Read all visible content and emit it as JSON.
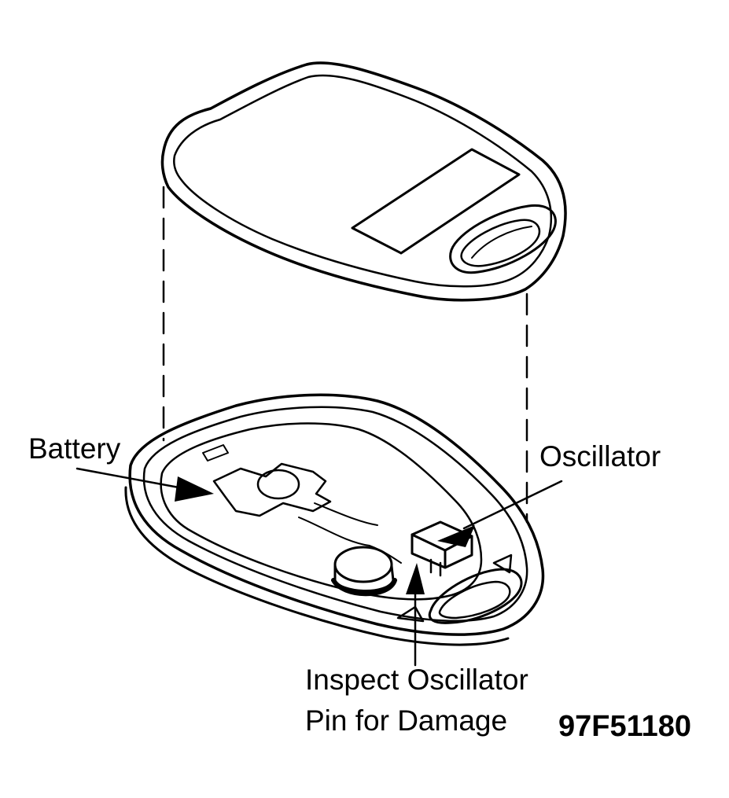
{
  "diagram": {
    "labels": {
      "battery": "Battery",
      "oscillator": "Oscillator",
      "inspect_line1": "Inspect Oscillator",
      "inspect_line2": "Pin for Damage"
    },
    "figure_code": "97F51180",
    "colors": {
      "ink": "#000000",
      "paper": "#ffffff"
    }
  }
}
